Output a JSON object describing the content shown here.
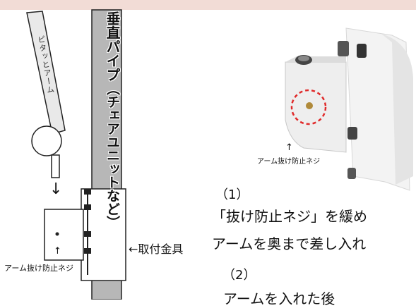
{
  "diagram": {
    "arm_label": "ピタッとアーム",
    "pipe_label": "垂直パイプ",
    "pipe_sub_label": "（チェアユニットなど）",
    "bracket_label": "←取付金具",
    "screw_label_left": "アーム抜け防止ネジ",
    "down_arrow": "↓",
    "small_up_arrow": "↑"
  },
  "photo": {
    "caption": "アーム抜け防止ネジ",
    "arrow": "↑"
  },
  "steps": [
    {
      "number": "（1）",
      "lines": [
        "「抜け防止ネジ」を緩め",
        "アームを奥まで差し入れ"
      ]
    },
    {
      "number": "（2）",
      "lines": [
        "アームを入れた後"
      ]
    }
  ],
  "colors": {
    "pipe": "#b7b7b7",
    "dashed_circle": "#e02a2a",
    "top_strip": "#f2dcd6"
  }
}
